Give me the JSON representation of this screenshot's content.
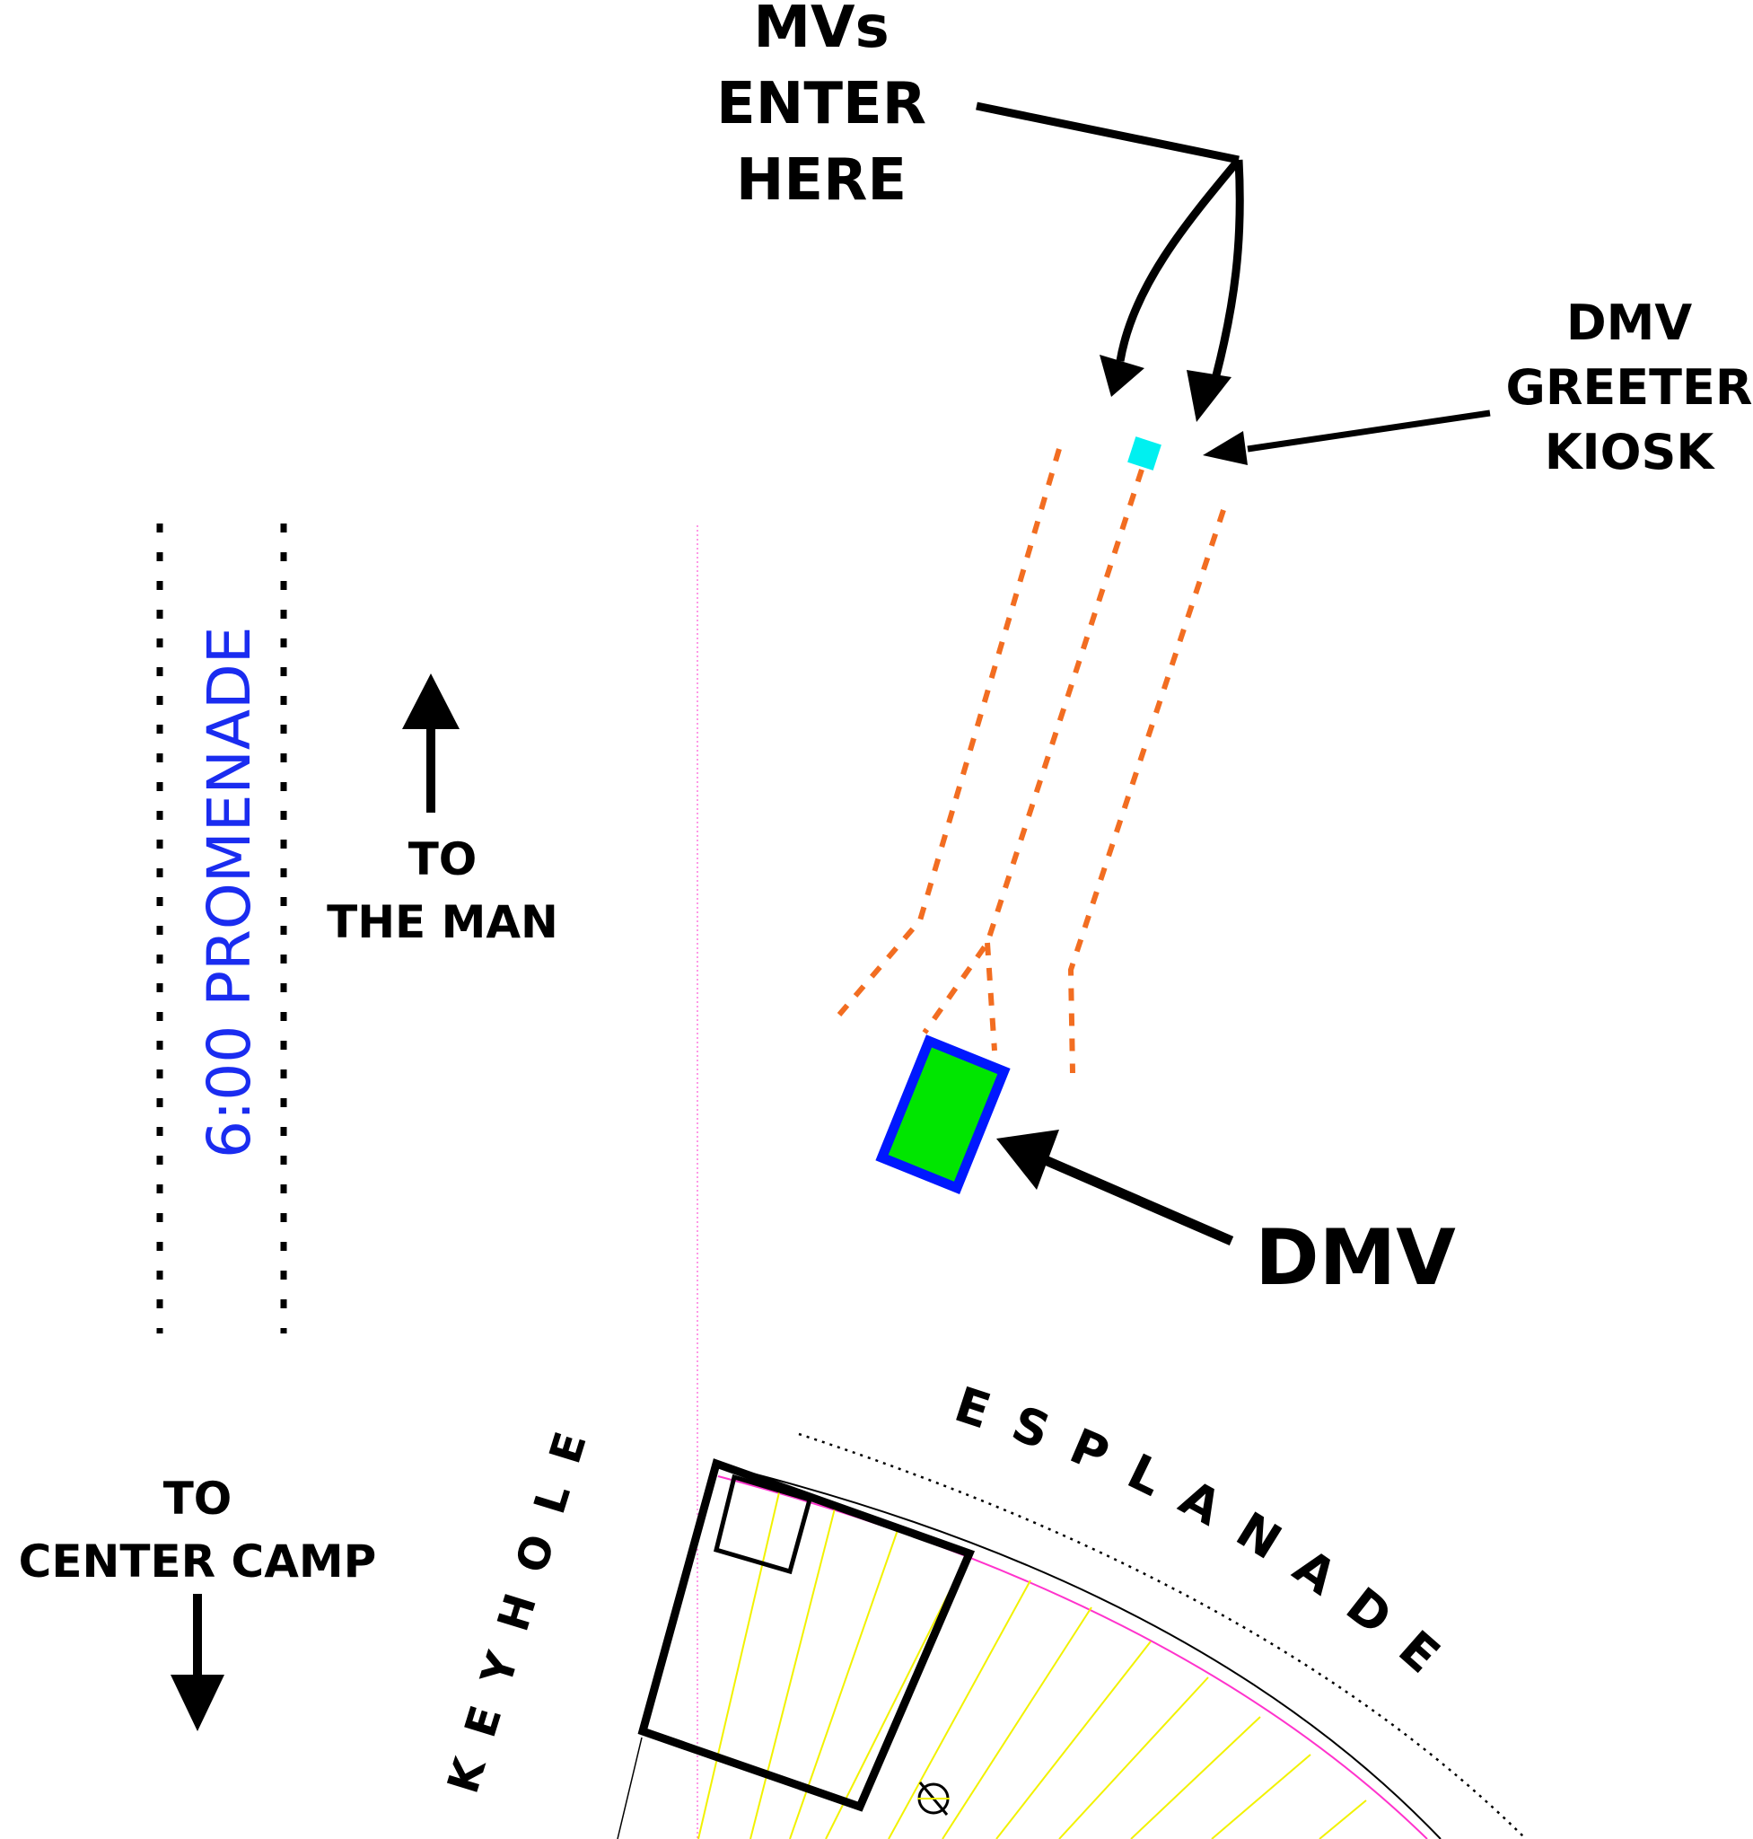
{
  "labels": {
    "mvs_enter": [
      "MVs",
      "ENTER",
      "HERE"
    ],
    "greeter_kiosk": [
      "DMV",
      "GREETER",
      "KIOSK"
    ],
    "to_the_man": [
      "TO",
      "THE MAN"
    ],
    "to_center_camp": [
      "TO",
      "CENTER CAMP"
    ],
    "dmv": "DMV",
    "promenade": "6:00 PROMENADE",
    "keyhole": "KEYHOLE",
    "esplanade": "ESPLANADE"
  },
  "colors": {
    "lane": "#f26d21",
    "kiosk": "#00f0f0",
    "dmv_fill": "#00e600",
    "dmv_border": "#0018ff",
    "promenade_text": "#1a2cf0",
    "pink_line": "#ff33cc",
    "yellow_line": "#f2f200",
    "ink": "#000000"
  }
}
